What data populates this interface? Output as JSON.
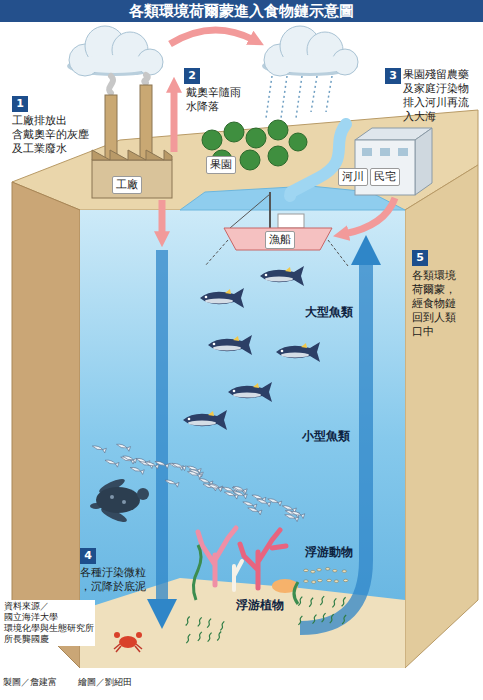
{
  "diagram": {
    "title": "各類環境荷爾蒙進入食物鏈示意圖",
    "nodes": [
      {
        "text": [
          "工廠"
        ]
      },
      {
        "text": [
          "果園"
        ]
      },
      {
        "text": [
          "河川"
        ]
      },
      {
        "text": [
          "民宅"
        ]
      },
      {
        "text": [
          "漁船"
        ]
      }
    ],
    "labels": [
      "1",
      "工廠排放出 含戴奧辛的灰塵 及工業廢水",
      "2",
      "戴奧辛隨雨 水降落",
      "3",
      "果園殘留農藥 及家庭汙染物 排入河川再流 入大海",
      "5",
      "各類環境 荷爾蒙， 經食物鏈 回到人類 口中",
      "大型魚類",
      "小型魚類",
      "4",
      "各種汙染微粒 ，沉降於底泥",
      "浮游動物",
      "浮游植物",
      "資料來源／ 國立海洋大學 環境化學與生態研究所 所長龔國慶",
      "製圖／詹建富",
      "繪圖／劉紹田"
    ]
  }
}
